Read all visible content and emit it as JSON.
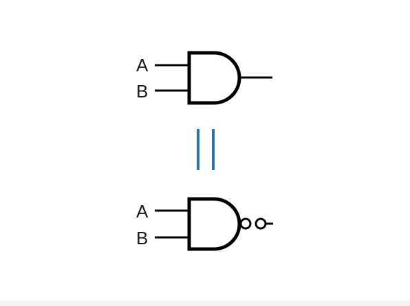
{
  "top_gate": {
    "input_a": "A",
    "input_b": "B"
  },
  "bottom_gate": {
    "input_a": "A",
    "input_b": "B"
  },
  "colors": {
    "stroke": "#000000",
    "equals": "#2a72b5",
    "background": "#ffffff"
  },
  "icons": {
    "top_gate": "and-gate-icon",
    "equals": "equals-sign-icon",
    "bottom_gate": "and-gate-double-bubble-icon"
  }
}
